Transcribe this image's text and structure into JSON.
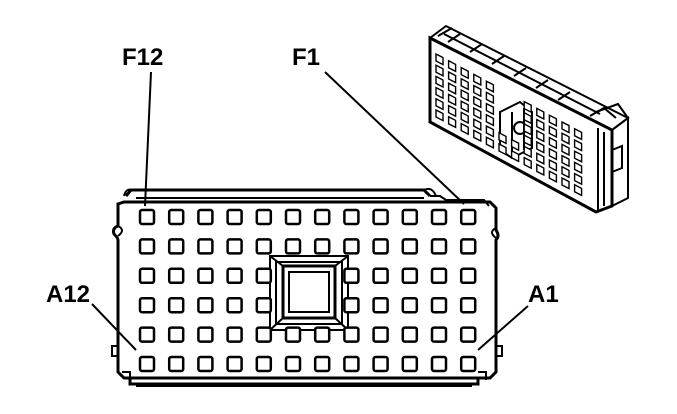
{
  "diagram": {
    "labels": {
      "f12": "F12",
      "f1": "F1",
      "a12": "A12",
      "a1": "A1"
    },
    "grid": {
      "rows": 6,
      "cols": 12
    },
    "colors": {
      "line": "#000000",
      "background": "#ffffff"
    }
  }
}
